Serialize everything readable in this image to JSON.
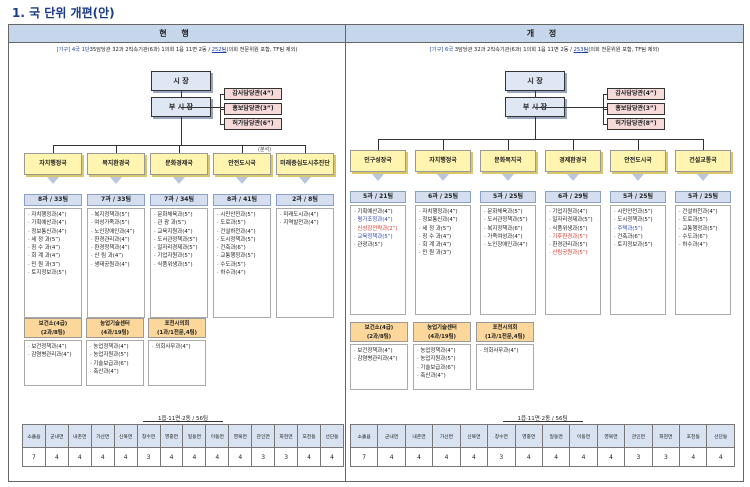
{
  "page_title": "1. 국 단위 개편(안)",
  "left": {
    "header": "현 행",
    "summary": {
      "pre": "[기구]",
      "highlight": "4국 1단",
      "mid": "35담당관 32과 2직속기관(6과) 1의회 1읍 11면 2동 / ",
      "teams": "252팀",
      "post": "(의회 전문위원 포함, TF팀 제외)"
    },
    "mayor": "시 장",
    "deputy": "부 시 장",
    "officers": [
      "감사담당관(4”)",
      "홍보담당관(3”)",
      "허가담당관(6”)"
    ],
    "note": "(분석)",
    "bureaus": [
      {
        "name": "자치행정국",
        "count": "8과 / 33팀",
        "items": [
          "자치행정과(4”)",
          "기획예산과(4”)",
          "정보통신과(4”)",
          "세  정  과(5”)",
          "징  수  과(4”)",
          "회  계  과(4”)",
          "민  원  과(3”)",
          "토지정보과(5”)"
        ]
      },
      {
        "name": "복지환경국",
        "count": "7과 / 33팀",
        "items": [
          "복지정책과(5”)",
          "여성가족과(5”)",
          "노인장애인과(4”)",
          "환경관리과(4”)",
          "환경정책과(4”)",
          "산  림  과(4”)",
          "생태공원과(4”)"
        ]
      },
      {
        "name": "문화경제국",
        "count": "7과 / 34팀",
        "items": [
          "문화체육과(5”)",
          "관  광  과(5”)",
          "교육지원과(4”)",
          "도서관정책과(5”)",
          "일자리경제과(5”)",
          "기업지원과(5”)",
          "식품위생과(5”)"
        ]
      },
      {
        "name": "안전도시국",
        "count": "8과 / 41팀",
        "items": [
          "시민안전과(5”)",
          "도로과(5”)",
          "건설하천과(4”)",
          "도시정책과(5”)",
          "건축과(6”)",
          "교통행정과(5”)",
          "수도과(5”)",
          "하수과(4”)"
        ]
      },
      {
        "name": "미래중심도시추진단",
        "count": "2과 / 8팀",
        "items": [
          "미래도시과(4”)",
          "지역발전과(4”)"
        ]
      }
    ],
    "agencies": [
      {
        "name": "보건소(4급)",
        "sub": "(2과/8팀)",
        "items": [
          "보건정책과(4”)",
          "감염병관리과(4”)"
        ]
      },
      {
        "name": "농업기술센터",
        "sub": "(4과/19팀)",
        "items": [
          "농업정책과(4”)",
          "농업지원과(5”)",
          "기술보급과(6”)",
          "축산과(4”)"
        ]
      },
      {
        "name": "포천시의회",
        "sub": "(1과/1전문,4팀)",
        "items": [
          "의회사무과(4”)"
        ]
      }
    ],
    "dong_total": "1읍·11면·2동 / 56팀",
    "dong_names": [
      "소흘읍",
      "군내면",
      "내촌면",
      "가산면",
      "신북면",
      "창수면",
      "영중면",
      "일동면",
      "이동면",
      "영북면",
      "관인면",
      "화현면",
      "포천동",
      "선단동"
    ],
    "dong_values": [
      "7",
      "4",
      "4",
      "4",
      "4",
      "3",
      "4",
      "4",
      "4",
      "4",
      "3",
      "3",
      "4",
      "4"
    ]
  },
  "right": {
    "header": "개 정",
    "summary": {
      "pre": "[기구]",
      "highlight": "6국",
      "mid": " 3담당관 32과 2직속기관(6과) 1의회 1읍 11면 2동 / ",
      "teams": "253팀",
      "post": "(의회 전문위원 포함, TF팀 제외)"
    },
    "mayor": "시 장",
    "deputy": "부 시 장",
    "officers": [
      "감사담당관(4”)",
      "홍보담당관(3”)",
      "허가담당관(8”)"
    ],
    "bureaus": [
      {
        "name": "인구성장국",
        "count": "5과 / 21팀",
        "items": [
          [
            "기획예산과(4”)",
            ""
          ],
          [
            "평가조정과(4”)",
            "blue"
          ],
          [
            "신성장전략과(2”)",
            "red"
          ],
          [
            "교육정책과(5”)",
            "blue"
          ],
          [
            "관광과(5”)",
            ""
          ]
        ]
      },
      {
        "name": "자치행정국",
        "count": "6과 / 25팀",
        "items": [
          [
            "자치행정과(4”)",
            ""
          ],
          [
            "정보통신과(4”)",
            ""
          ],
          [
            "세  정  과(5”)",
            ""
          ],
          [
            "징  수  과(4”)",
            ""
          ],
          [
            "회  계  과(4”)",
            ""
          ],
          [
            "민  원  과(3”)",
            ""
          ]
        ]
      },
      {
        "name": "문화복지국",
        "count": "5과 / 25팀",
        "items": [
          [
            "문화체육과(5”)",
            ""
          ],
          [
            "도서관정책과(5”)",
            ""
          ],
          [
            "복지정책과(6”)",
            ""
          ],
          [
            "가족여성과(4”)",
            ""
          ],
          [
            "노인장애인과(4”)",
            ""
          ]
        ]
      },
      {
        "name": "경제환경국",
        "count": "6과 / 29팀",
        "items": [
          [
            "기업지원과(4”)",
            ""
          ],
          [
            "일자리경제과(5”)",
            ""
          ],
          [
            "식품위생과(5”)",
            ""
          ],
          [
            "기후환경과(5”)",
            "red"
          ],
          [
            "환경관리과(5”)",
            ""
          ],
          [
            "산림공원과(5”)",
            "red"
          ]
        ]
      },
      {
        "name": "안전도시국",
        "count": "5과 / 25팀",
        "items": [
          [
            "시민안전과(5”)",
            ""
          ],
          [
            "도시정책과(5”)",
            ""
          ],
          [
            "주택과(5”)",
            "blue"
          ],
          [
            "건축과(6”)",
            ""
          ],
          [
            "토지정보과(5”)",
            ""
          ]
        ]
      },
      {
        "name": "건설교통국",
        "count": "5과 / 25팀",
        "items": [
          [
            "건설하천과(4”)",
            ""
          ],
          [
            "도로과(5”)",
            ""
          ],
          [
            "교통행정과(5”)",
            ""
          ],
          [
            "수도과(6”)",
            ""
          ],
          [
            "하수과(4”)",
            ""
          ]
        ]
      }
    ],
    "agencies": [
      {
        "name": "보건소(4급)",
        "sub": "(2과/8팀)",
        "items": [
          "보건정책과(4”)",
          "감염병관리과(4”)"
        ]
      },
      {
        "name": "농업기술센터",
        "sub": "(4과/19팀)",
        "items": [
          "농업정책과(4”)",
          "농업지원과(5”)",
          "기술보급과(6”)",
          "축산과(4”)"
        ]
      },
      {
        "name": "포천시의회",
        "sub": "(1과/1전문,4팀)",
        "items": [
          "의회사무과(4”)"
        ]
      }
    ],
    "dong_total": "1읍·11면·2동 / 56팀",
    "dong_names": [
      "소흘읍",
      "군내면",
      "내촌면",
      "가산면",
      "신북면",
      "창수면",
      "영중면",
      "일동면",
      "이동면",
      "영북면",
      "관인면",
      "화현면",
      "포천동",
      "선단동"
    ],
    "dong_values": [
      "7",
      "4",
      "4",
      "4",
      "4",
      "3",
      "4",
      "4",
      "4",
      "4",
      "3",
      "3",
      "4",
      "4"
    ]
  }
}
